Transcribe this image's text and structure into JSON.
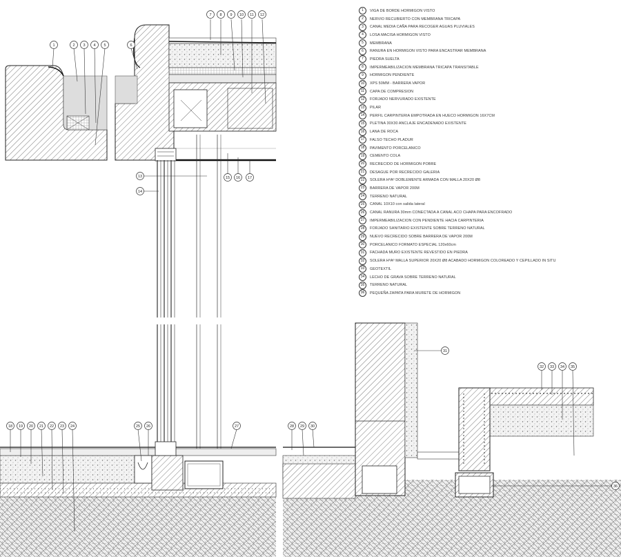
{
  "legend": [
    {
      "n": "1",
      "text": "VIGA DE BORDE HORMIGON VISTO"
    },
    {
      "n": "2",
      "text": "NERVIO RECUBIERTO CON MEMBRANA TRICAPA"
    },
    {
      "n": "3",
      "text": "CANAL MEDIA CAÑA PARA RECOGER AGUAS PLUVIALES"
    },
    {
      "n": "4",
      "text": "LOSA MACISA HORMIGON VISTO"
    },
    {
      "n": "5",
      "text": "MEMBRANA"
    },
    {
      "n": "6",
      "text": "RANURA EN HORMIGON VISTO PARA ENCASTRAR MEMBRANA"
    },
    {
      "n": "7",
      "text": "PIEDRA SUELTA"
    },
    {
      "n": "8",
      "text": "IMPERMEABILIZACION MEMBRANA TRICAPA TRANSITABLE"
    },
    {
      "n": "9",
      "text": "HORMIGON PENDIENTE"
    },
    {
      "n": "10",
      "text": "XPS 50MM - BARRERA VAPOR"
    },
    {
      "n": "11",
      "text": "CAPA DE COMPRESION"
    },
    {
      "n": "12",
      "text": "FORJADO NERVURADO  EXISTENTE"
    },
    {
      "n": "13",
      "text": "PILAR"
    },
    {
      "n": "14",
      "text": "PERFIL  CARPINTERIA EMPOTRADA EN HUECO HORMIGON 16X7CM"
    },
    {
      "n": "15",
      "text": "PLETINA 30X30 ANCLAJE ENCADENADO EXISTENTE"
    },
    {
      "n": "16",
      "text": "LANA DE ROCA"
    },
    {
      "n": "17",
      "text": "FALSO TECHO PLADUR"
    },
    {
      "n": "18",
      "text": "PAVIMENTO PORCELANICO"
    },
    {
      "n": "19",
      "text": "CEMENTO COLA"
    },
    {
      "n": "20",
      "text": "RECRECIDO DE HORMIGON POBRE"
    },
    {
      "n": "21",
      "text": "DESAGUE POR RECRECIDO GALERIA"
    },
    {
      "n": "22",
      "text": "SOLERA HºAº  DOBLEMENTE ARMADA CON MALLA 20X20 Ø8"
    },
    {
      "n": "23",
      "text": "BARRERA  DE VAPOR 200M"
    },
    {
      "n": "24",
      "text": "TERRENO NATURAL"
    },
    {
      "n": "25",
      "text": "CANAL 10X10 con salida lateral"
    },
    {
      "n": "26",
      "text": "CANAL  RANURA 30mm CONECTADA A CANAL ACO CHAPA PARA  ENCOFRADO"
    },
    {
      "n": "27",
      "text": "IMPERMEABILIZACION CON PENDIENTE HACIA CARPINTERIA"
    },
    {
      "n": "28",
      "text": "FORJADO SANITARIO EXISTENTE SOBRE TERRENO NATURAL"
    },
    {
      "n": "29",
      "text": "NUEVO RECRECIDO SOBRE BARRERA DE VAPOR 200M"
    },
    {
      "n": "30",
      "text": "PORCELANICO FORMATO ESPECIAL 120x60cm"
    },
    {
      "n": "31",
      "text": "FACHADA MURO EXISTENTE REVESTIDO EN PIEDRA"
    },
    {
      "n": "32",
      "text": "SOLERA HºAº  MALLA SUPERIOR 20X20 Ø8 ACABADO  HORMIGON COLOREADO Y CEPILLADO IN SITU"
    },
    {
      "n": "33",
      "text": "GEOTEXTIL"
    },
    {
      "n": "34",
      "text": "LECHO DE GRAVA SOBRE TERRENO NATURAL"
    },
    {
      "n": "35",
      "text": "TERRENO NATURAL"
    },
    {
      "n": "36",
      "text": "PEQUEÑA ZAPATA PARA MURETE DE HORMIGON"
    }
  ],
  "callouts": [
    "1",
    "2",
    "3",
    "4",
    "5",
    "6",
    "7",
    "8",
    "9",
    "10",
    "11",
    "12",
    "13",
    "14",
    "15",
    "16",
    "17",
    "18",
    "19",
    "20",
    "21",
    "22",
    "23",
    "24",
    "25",
    "26",
    "27",
    "28",
    "29",
    "30",
    "31",
    "32",
    "33",
    "34",
    "35",
    "36"
  ]
}
